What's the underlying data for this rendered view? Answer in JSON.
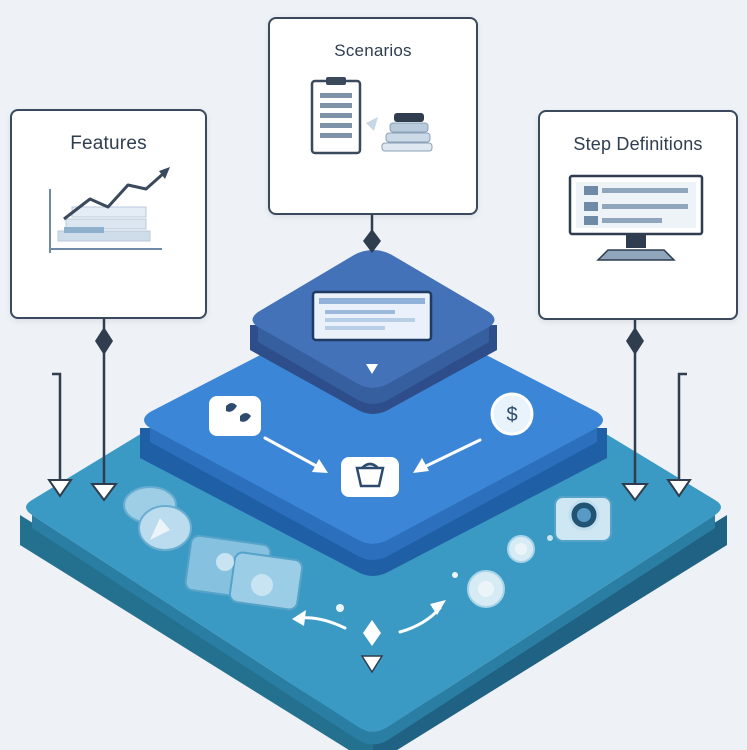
{
  "cards": {
    "features": {
      "title": "Features",
      "icon": "trend-chart-icon"
    },
    "scenarios": {
      "title": "Scenarios",
      "icon": "clipboard-checklist-icon"
    },
    "steps": {
      "title": "Step Definitions",
      "icon": "desktop-monitor-icon"
    }
  },
  "layers": [
    {
      "name": "top",
      "color": "#4472b8"
    },
    {
      "name": "middle",
      "color": "#3b86d6"
    },
    {
      "name": "base",
      "color": "#3a9ac4"
    }
  ],
  "colors": {
    "background": "#eef2f6",
    "card_border": "#3a4a5c",
    "connector": "#2f3d4f"
  }
}
